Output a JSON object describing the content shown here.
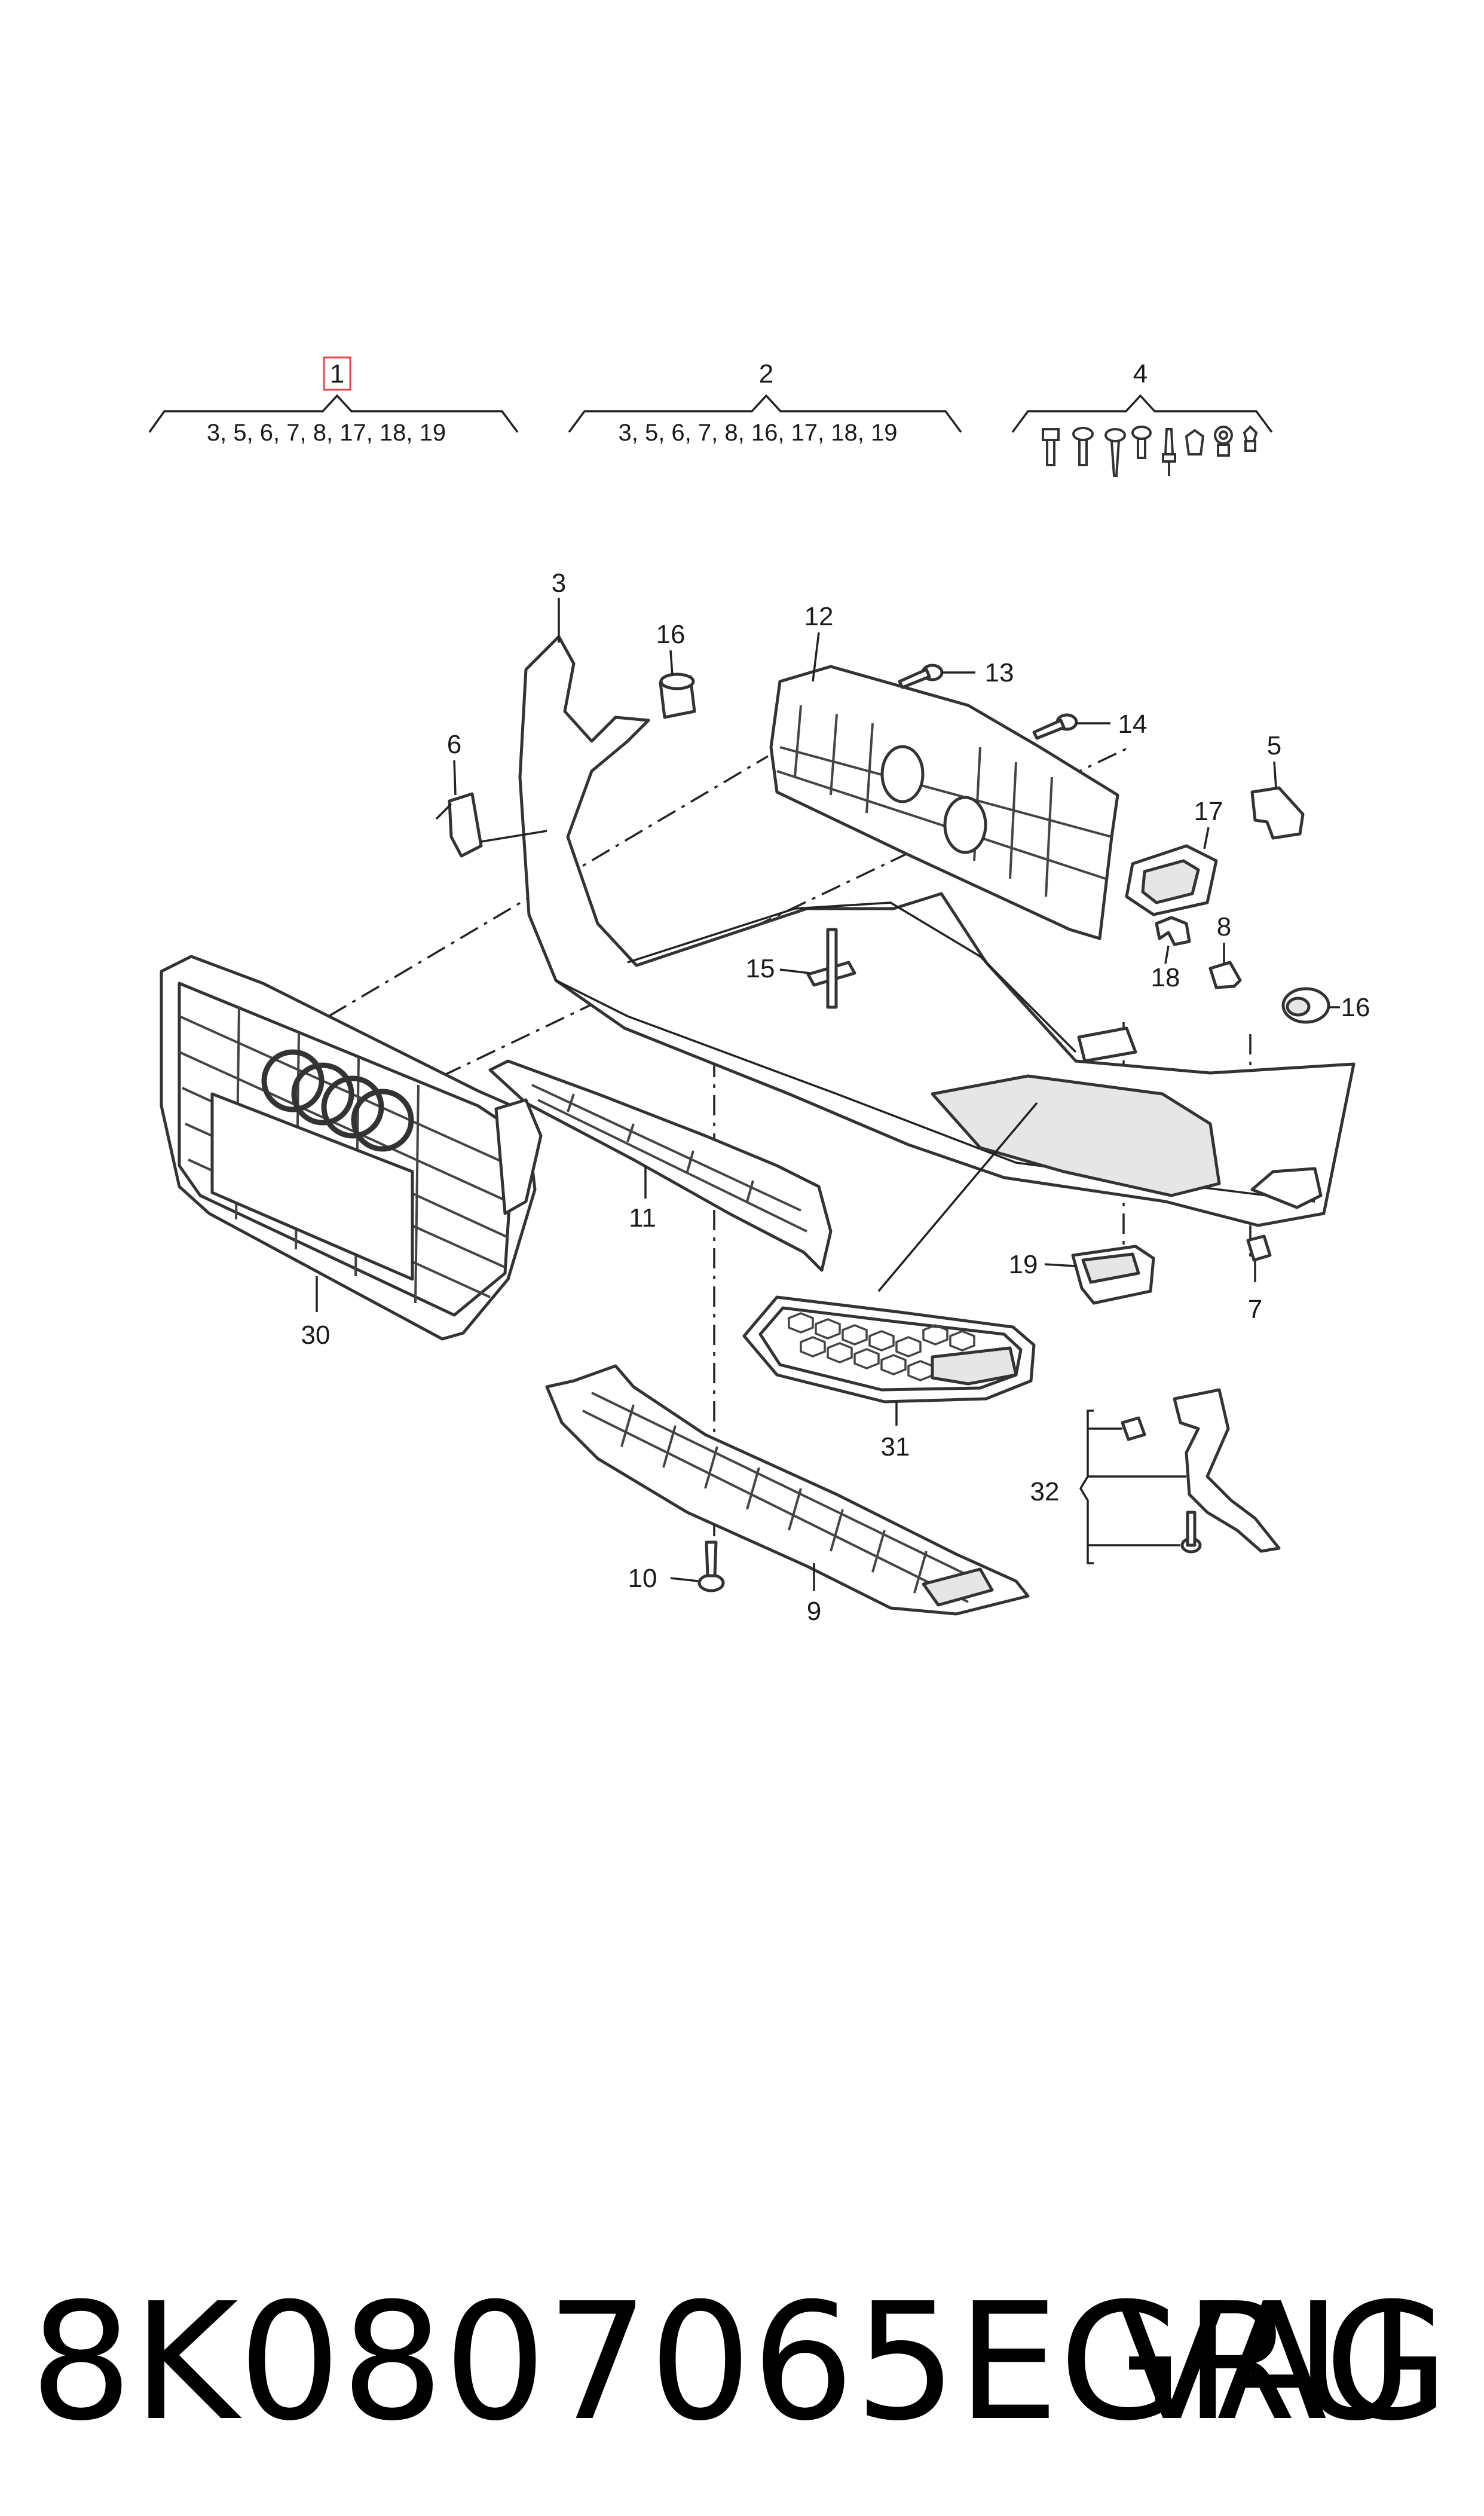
{
  "groups": [
    {
      "number": "1",
      "contents": "3, 5, 6, 7, 8, 17, 18, 19",
      "highlighted": true
    },
    {
      "number": "2",
      "contents": "3, 5, 6, 7, 8, 16, 17, 18, 19",
      "highlighted": false
    },
    {
      "number": "4",
      "contents": "",
      "highlighted": false
    }
  ],
  "callouts": {
    "p3": "3",
    "p16a": "16",
    "p12": "12",
    "p13": "13",
    "p14": "14",
    "p6": "6",
    "p5": "5",
    "p17": "17",
    "p8": "8",
    "p18": "18",
    "p15": "15",
    "p16b": "16",
    "p11": "11",
    "p30": "30",
    "p19": "19",
    "p7": "7",
    "p31": "31",
    "p32": "32",
    "p10": "10",
    "p9": "9"
  },
  "footer": {
    "part_number": "8K0807065EGRU",
    "brand": "VAG"
  },
  "colors": {
    "highlight_box": "#e8474f",
    "line": "#222222"
  }
}
